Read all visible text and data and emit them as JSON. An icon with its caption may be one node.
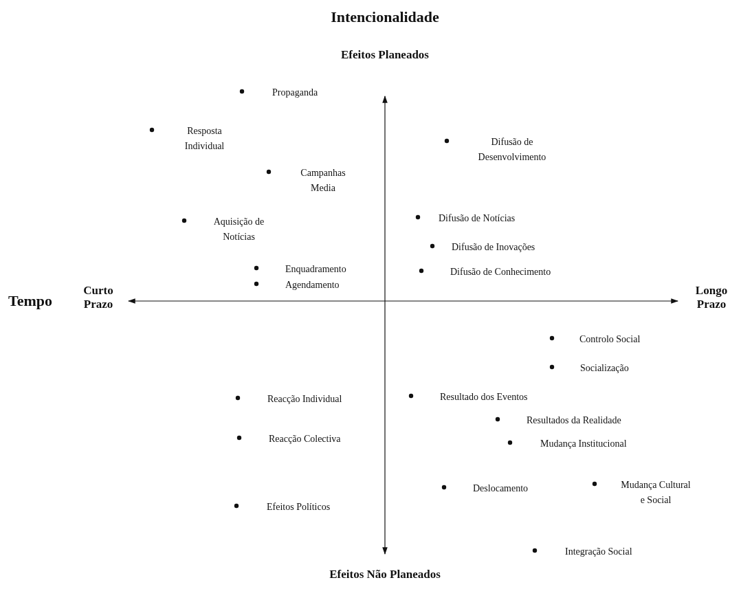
{
  "diagram": {
    "title": "Intencionalidade",
    "labels": [
      "Efeitos Planeados",
      "Propaganda",
      "Resposta Individual",
      "Difusão de Desenvolvimento",
      "Campanhas Media",
      "Difusão de Notícias",
      "Aquisição de Notícias",
      "Difusão de Inovações",
      "Enquadramento",
      "Difusão de Conhecimento",
      "Agendamento",
      "Tempo",
      "Curto Prazo",
      "Longo Prazo",
      "Controlo Social",
      "Socialização",
      "Resultado dos Eventos",
      "Reacção Individual",
      "Resultados da Realidade",
      "Reacção Colectiva",
      "Mudança Institucional",
      "Deslocamento",
      "Mudança Cultural e Social",
      "Efeitos Políticos",
      "Integração Social",
      "Efeitos Não Planeados"
    ]
  }
}
